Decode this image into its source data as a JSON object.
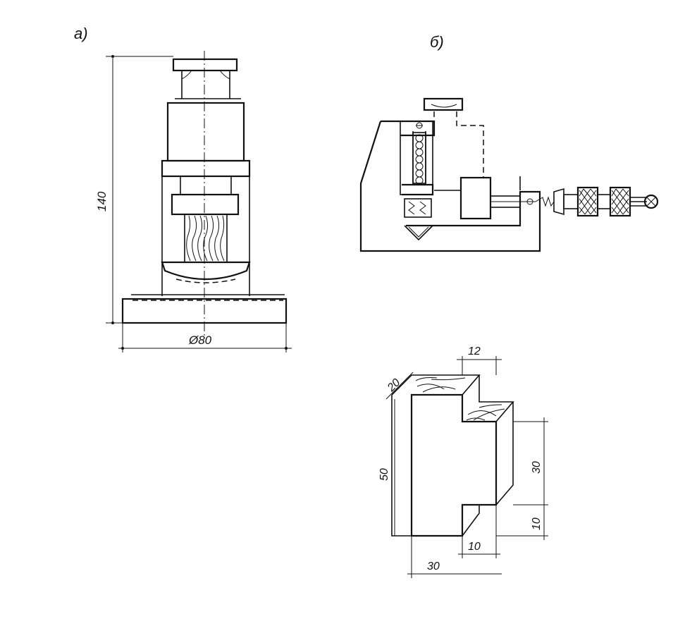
{
  "panels": {
    "a": {
      "label": "а)",
      "dimensions": {
        "height": "140",
        "diameter": "Ø80"
      }
    },
    "b": {
      "label": "б)"
    }
  },
  "specimen": {
    "dimensions": {
      "top_width": "12",
      "top_thickness": "20",
      "total_height": "50",
      "right_height": "30",
      "bottom_height": "10",
      "bottom_step": "10",
      "bottom_width": "30"
    }
  }
}
